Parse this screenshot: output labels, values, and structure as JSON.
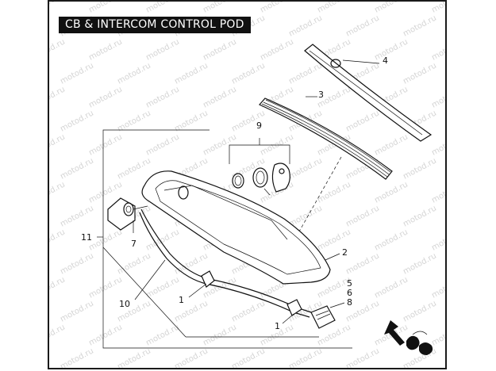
{
  "title": "CB & INTERCOM CONTROL POD",
  "watermark": "motod.ru",
  "colors": {
    "title_bg": "#111111",
    "title_fg": "#ffffff",
    "line": "#111111",
    "watermark": "#d4d4d4"
  },
  "callouts": {
    "c1a": "1",
    "c1b": "1",
    "c2": "2",
    "c3": "3",
    "c4": "4",
    "c5": "5",
    "c6": "6",
    "c8": "8",
    "c7": "7",
    "c9": "9",
    "c10": "10",
    "c11": "11"
  },
  "icons": {
    "orientation": "arrow-indicator-icon"
  }
}
